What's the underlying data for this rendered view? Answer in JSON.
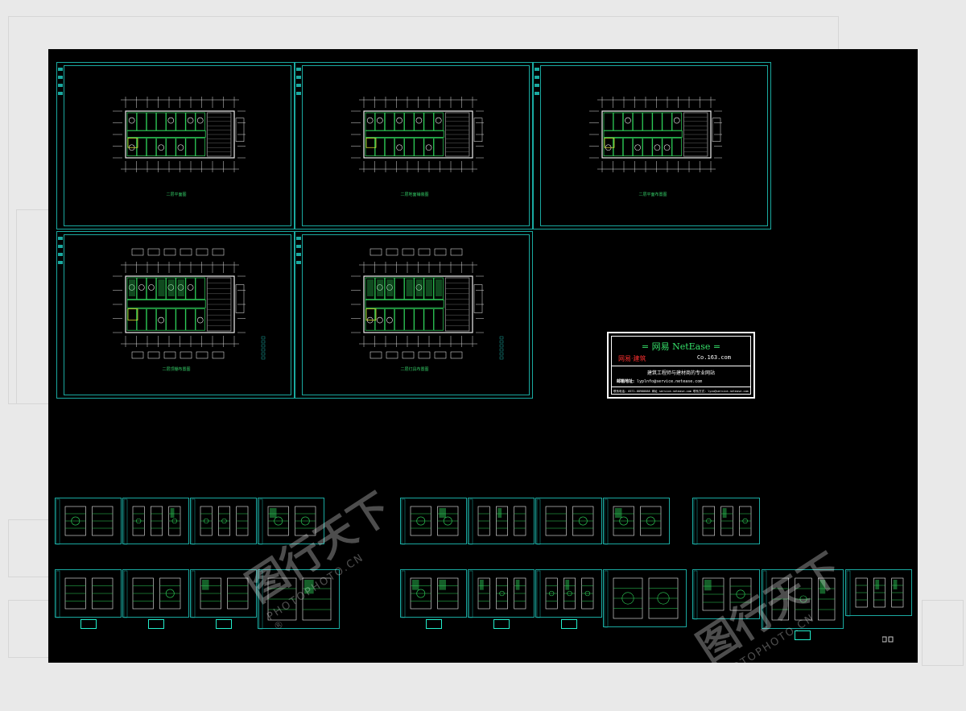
{
  "plan_sheets": [
    {
      "caption": "二层平面图"
    },
    {
      "caption": "二层地面铺装图"
    },
    {
      "caption": "二层平面布置图"
    },
    {
      "caption": "二层顶棚布置图"
    },
    {
      "caption": "二层灯具布置图"
    }
  ],
  "title_block": {
    "title": "= 网易 NetEase =",
    "brand": "网易·建筑",
    "domain": "Co.163.com",
    "slogan": "建筑工程师与建材商的专业网站",
    "contact_label": "邮箱地址:",
    "contact_email": "lyplnfo@service.netease.com",
    "footer": "联系电话: 0571-88988888 网址 service.netease.com 联系方式: lyzo@service.netease.com"
  },
  "watermark": {
    "brand": "图行天下",
    "url": "PHOTOPHOTO.CN",
    "mark": "®"
  },
  "colors": {
    "canvas": "#000000",
    "frame": "#1aa9a0",
    "linework": "#2fd35a",
    "logo_red": "#ff3030",
    "logo_green": "#36e06a"
  }
}
